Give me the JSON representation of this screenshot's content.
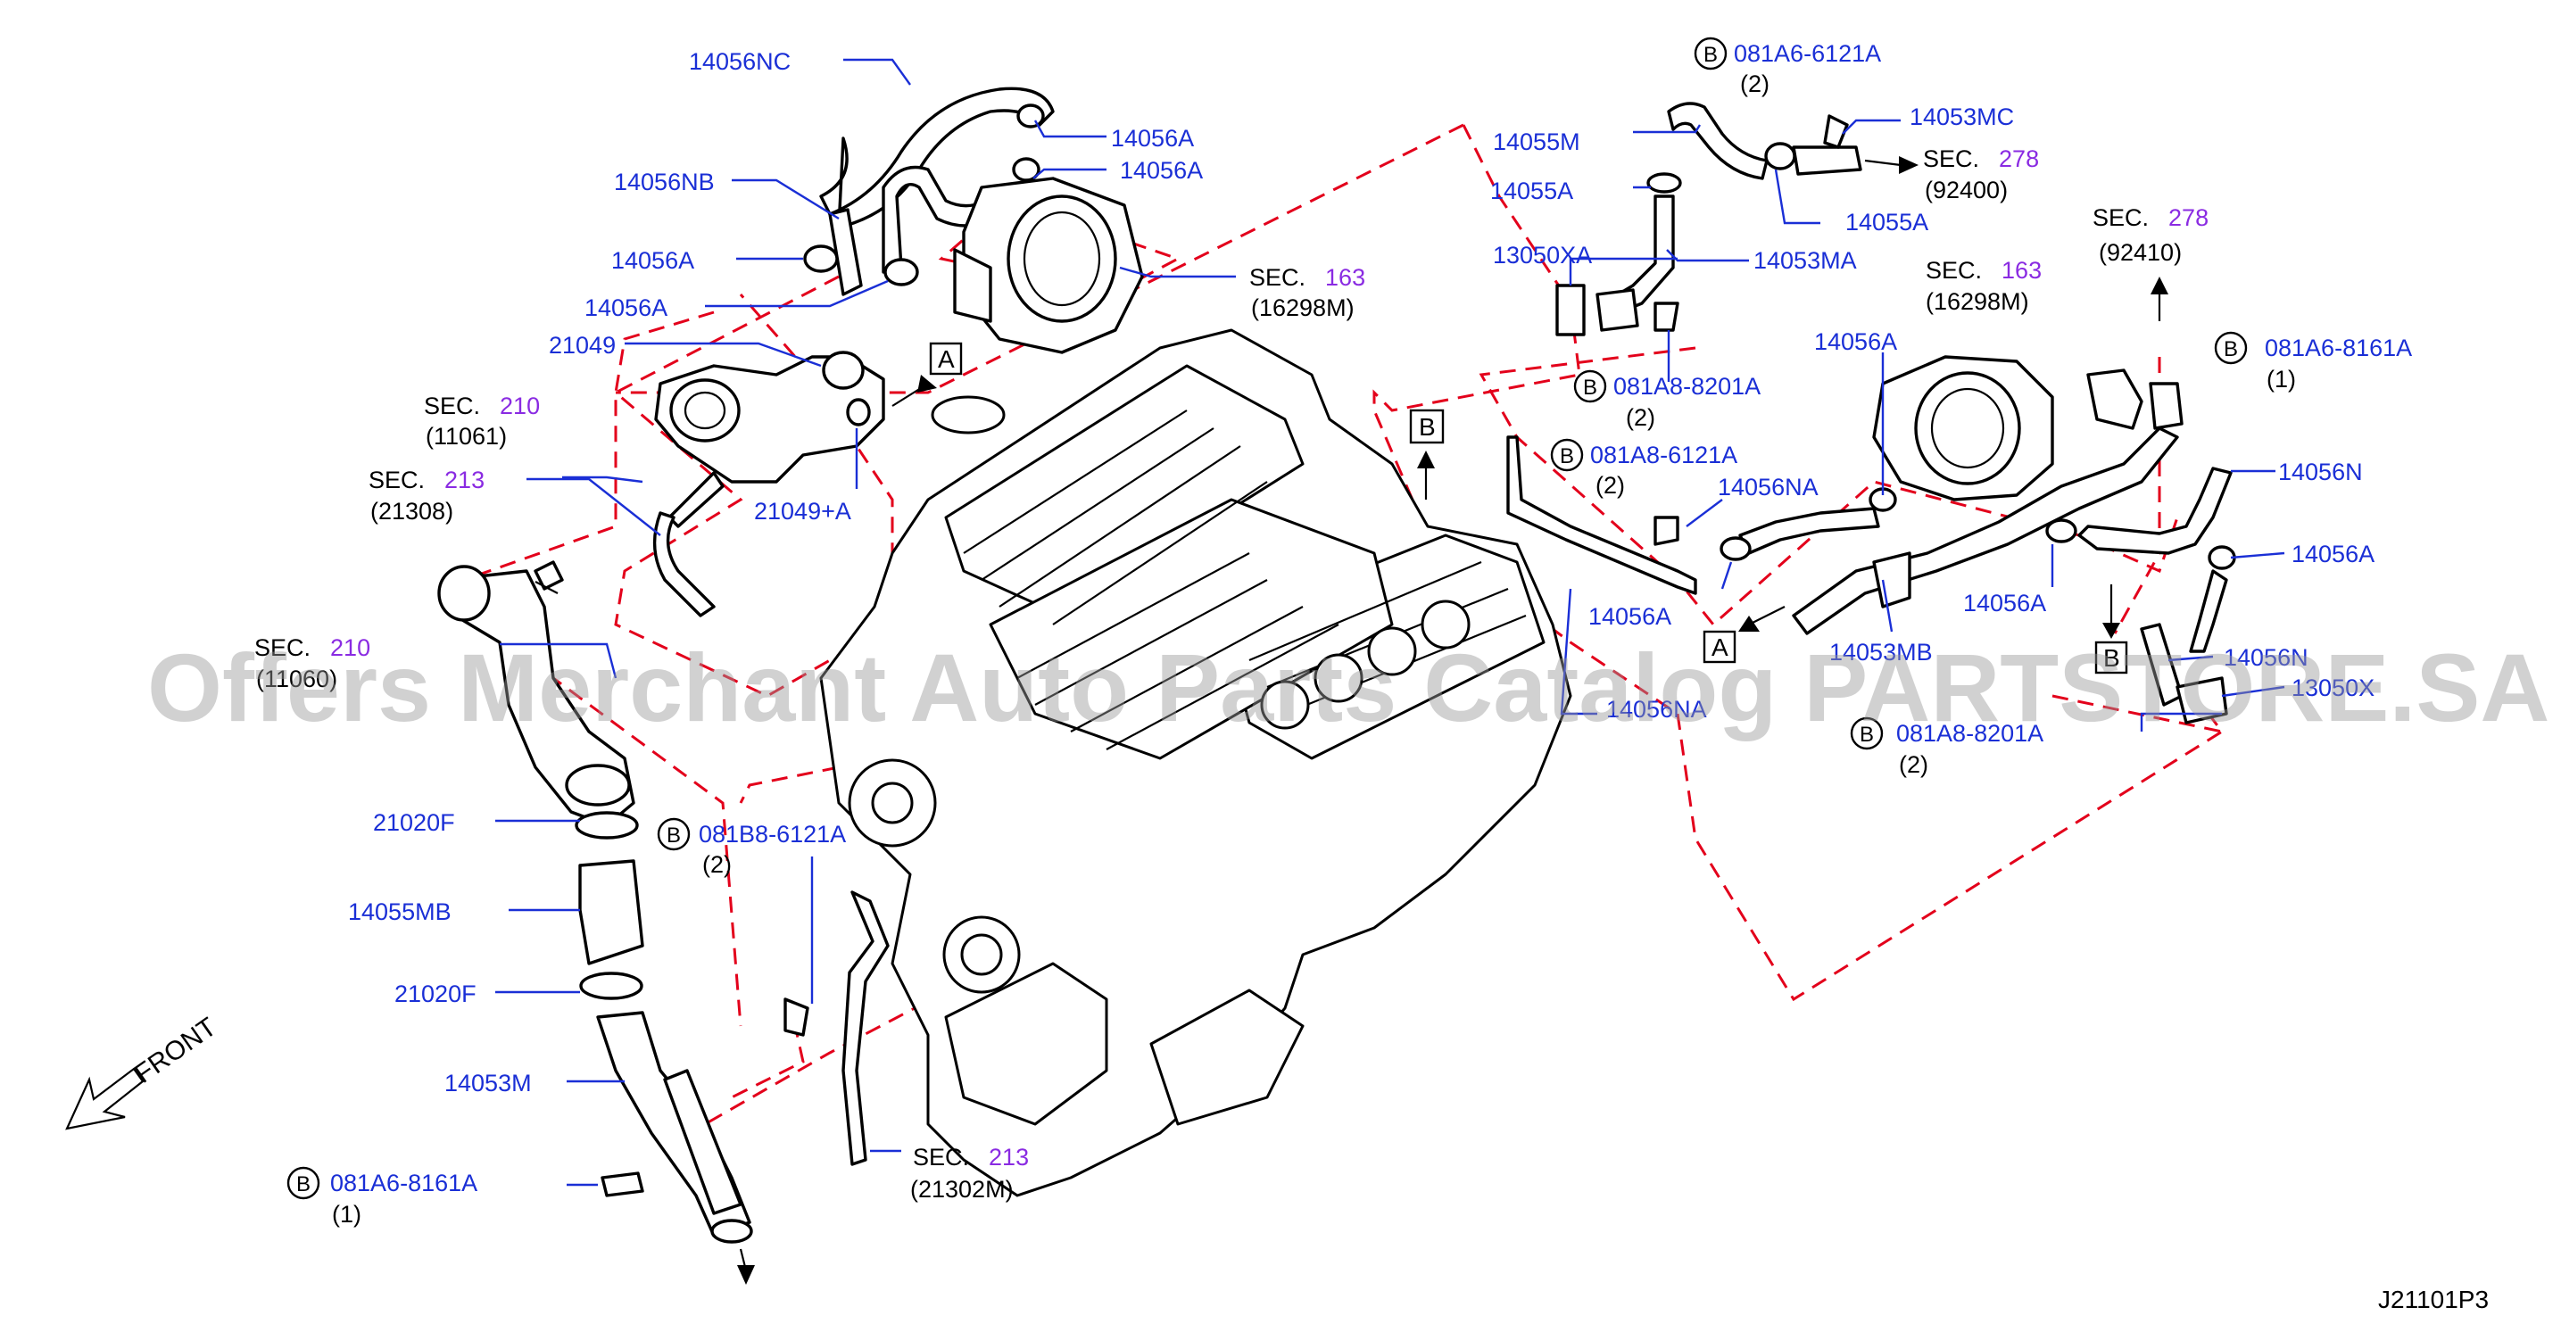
{
  "diagram_id": "J21101P3",
  "watermark": "Offers Merchant Auto Parts Catalog PARTSTORE.SA",
  "front_label": "FRONT",
  "part_labels": {
    "p14056NC": "14056NC",
    "p14056NB": "14056NB",
    "p14056A_1": "14056A",
    "p14056A_2": "14056A",
    "p14056A_3": "14056A",
    "p14056A_4": "14056A",
    "p21049": "21049",
    "p21049A": "21049+A",
    "p14055M": "14055M",
    "p14055A_1": "14055A",
    "p14055A_2": "14055A",
    "p14053MC": "14053MC",
    "p13050XA": "13050XA",
    "p14053MA": "14053MA",
    "p14056A_5": "14056A",
    "p14056NA": "14056NA",
    "p14056A_6": "14056A",
    "p14056N": "14056N",
    "p14056A_7": "14056A",
    "p14056A_8": "14056A",
    "p14053MB": "14053MB",
    "p14056N_b": "14056N",
    "p13050X": "13050X",
    "p14056NA_b": "14056NA",
    "p21020F_1": "21020F",
    "p14055MB": "14055MB",
    "p21020F_2": "21020F",
    "p14053M": "14053M"
  },
  "bolt_labels": {
    "b1": {
      "circle": "B",
      "part": "081A6-6121A",
      "qty": "(2)"
    },
    "b2": {
      "circle": "B",
      "part": "081A8-8201A",
      "qty": "(2)"
    },
    "b3": {
      "circle": "B",
      "part": "081A8-6121A",
      "qty": "(2)"
    },
    "b4": {
      "circle": "B",
      "part": "081A6-8161A",
      "qty": "(1)"
    },
    "b5": {
      "circle": "B",
      "part": "081A8-8201A",
      "qty": "(2)"
    },
    "b6": {
      "circle": "B",
      "part": "081B8-6121A",
      "qty": "(2)"
    },
    "b7": {
      "circle": "B",
      "part": "081A6-8161A",
      "qty": "(1)"
    }
  },
  "sec_refs": {
    "s163a": {
      "prefix": "SEC.",
      "num": "163",
      "ref": "(16298M)"
    },
    "s210a": {
      "prefix": "SEC.",
      "num": "210",
      "ref": "(11061)"
    },
    "s213a": {
      "prefix": "SEC.",
      "num": "213",
      "ref": "(21308)"
    },
    "s278a": {
      "prefix": "SEC.",
      "num": "278",
      "ref": "(92400)"
    },
    "s163b": {
      "prefix": "SEC.",
      "num": "163",
      "ref": "(16298M)"
    },
    "s278b": {
      "prefix": "SEC.",
      "num": "278",
      "ref": "(92410)"
    },
    "s210b": {
      "prefix": "SEC.",
      "num": "210",
      "ref": "(11060)"
    },
    "s213b": {
      "prefix": "SEC.",
      "num": "213",
      "ref": "(21302M)"
    }
  },
  "box_markers": {
    "a1": "A",
    "a2": "A",
    "b1": "B",
    "b2": "B"
  },
  "colors": {
    "part_number": "#1a2fd6",
    "section_number": "#8a2be2",
    "boundary": "#e3001b",
    "linework": "#000000"
  }
}
